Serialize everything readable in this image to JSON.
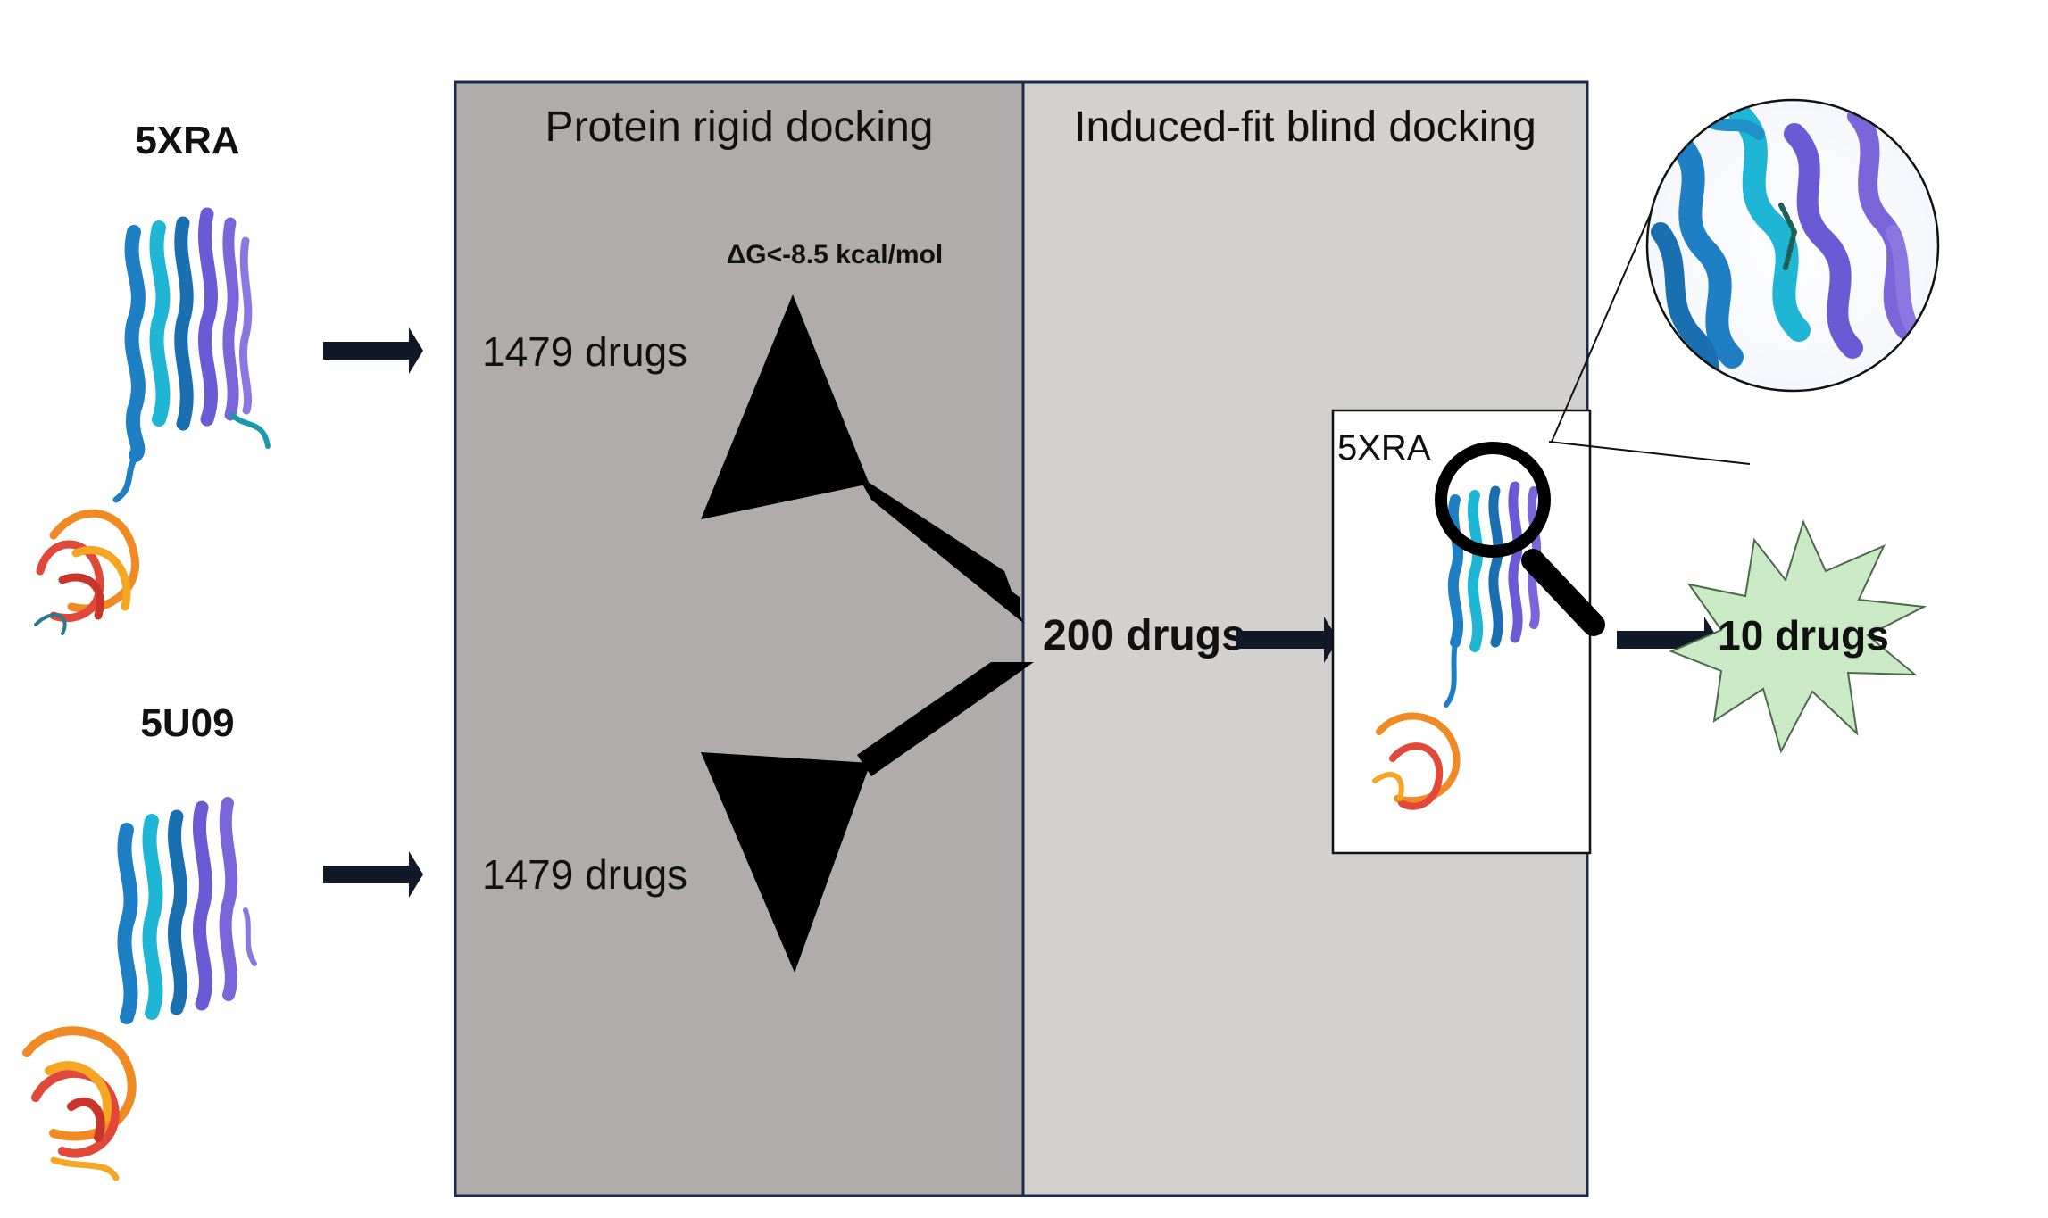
{
  "proteins": {
    "top": {
      "name": "5XRA"
    },
    "bottom": {
      "name": "5U09"
    }
  },
  "panels": {
    "rigid": {
      "title": "Protein rigid docking"
    },
    "induced": {
      "title": "Induced-fit blind docking"
    }
  },
  "funnel": {
    "threshold": "ΔG<-8.5 kcal/mol",
    "top_input": "1479 drugs",
    "bottom_input": "1479 drugs"
  },
  "stages": {
    "intermediate": "200 drugs",
    "inset_label": "5XRA",
    "final": "10 drugs"
  },
  "colors": {
    "rigid_panel": "#b0acac",
    "induced_panel": "#d3d0d0",
    "panel_border": "#1e2a4a",
    "arrow": "#111827",
    "burst": "#c9eac4",
    "helix_blue": "#1e7fc4",
    "helix_cyan": "#1fb6d6",
    "helix_purple": "#7a66d9",
    "orange": "#f08a24",
    "red": "#e0483a"
  }
}
